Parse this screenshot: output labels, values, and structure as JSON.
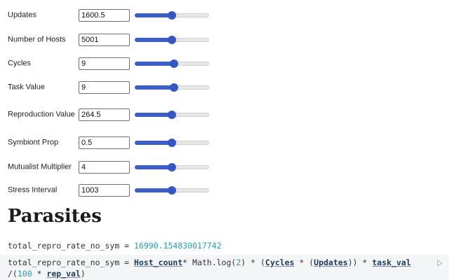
{
  "params": [
    {
      "id": "updates",
      "label": "Updates",
      "value": "1600.5",
      "slider_level": 0.5
    },
    {
      "id": "hosts",
      "label": "Number of Hosts",
      "value": "5001",
      "slider_level": 0.5
    },
    {
      "id": "cycles",
      "label": "Cycles",
      "value": "9",
      "slider_level": 0.53
    },
    {
      "id": "task-value",
      "label": "Task Value",
      "value": "9",
      "slider_level": 0.53
    },
    {
      "id": "repro-value",
      "label": "Reproduction Value",
      "value": "264.5",
      "slider_level": 0.5
    },
    {
      "id": "symbiont-prop",
      "label": "Symbiont Prop",
      "value": "0.5",
      "slider_level": 0.5
    },
    {
      "id": "mutualist-multiplier",
      "label": "Mutualist Multiplier",
      "value": "4",
      "slider_level": 0.5
    },
    {
      "id": "stress-interval",
      "label": "Stress Interval",
      "value": "1003",
      "slider_level": 0.5
    }
  ],
  "section": {
    "title": "Parasites"
  },
  "output": {
    "name": "total_repro_rate_no_sym",
    "eq": " = ",
    "value": "16990.154830017742"
  },
  "code": {
    "lhs": "total_repro_rate_no_sym",
    "eq": " = ",
    "host_count": "Host_count",
    "op1": "* ",
    "math_log": "Math.log",
    "p_open": "(",
    "two": "2",
    "p_close_mul": ") * (",
    "cycles": "Cycles",
    "mul_open": " * (",
    "updates": "Updates",
    "close_mul": ")) * ",
    "task_val": "task_val",
    "div_open": " /(",
    "hundred": "100",
    "mul": " * ",
    "rep_val": "rep_val",
    "close": ")"
  },
  "icons": {
    "run": "run-cell-icon"
  },
  "colors": {
    "accent": "#3b5fc7",
    "number": "#2a9bb0"
  }
}
